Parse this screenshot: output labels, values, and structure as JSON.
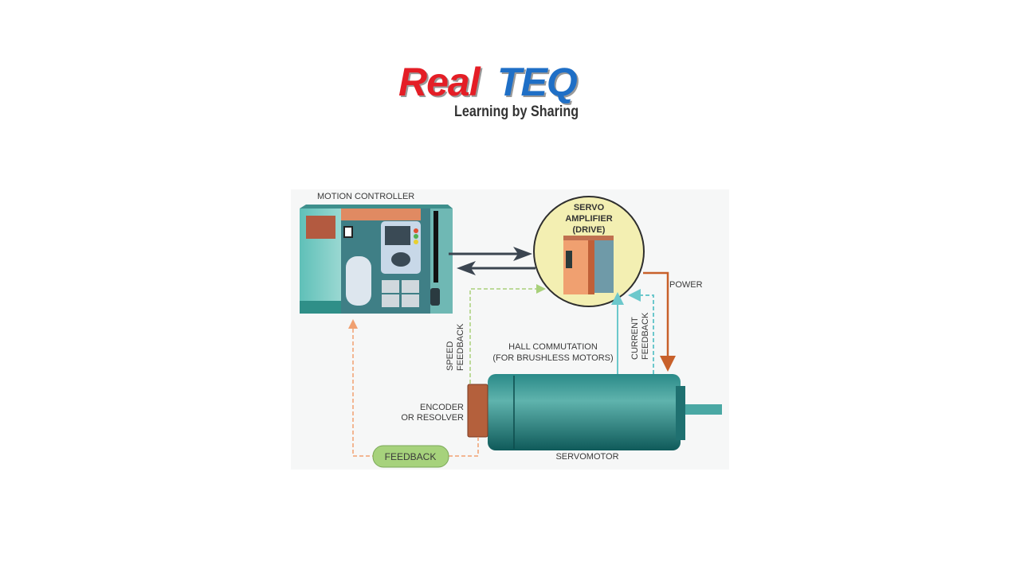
{
  "logo": {
    "part1": "Real",
    "part2": "TEQ",
    "tagline": "Learning by Sharing"
  },
  "diagram": {
    "motion_controller": "MOTION CONTROLLER",
    "servo_amplifier": [
      "SERVO",
      "AMPLIFIER",
      "(DRIVE)"
    ],
    "power": "POWER",
    "current_feedback": [
      "CURRENT",
      "FEEDBACK"
    ],
    "speed_feedback": [
      "SPEED",
      "FEEDBACK"
    ],
    "hall_commutation": [
      "HALL COMMUTATION",
      "(FOR BRUSHLESS MOTORS)"
    ],
    "encoder": [
      "ENCODER",
      "OR RESOLVER"
    ],
    "feedback": "FEEDBACK",
    "servomotor": "SERVOMOTOR"
  },
  "colors": {
    "power": "#c8602a",
    "current": "#6cc8cc",
    "speed": "#a8d07a",
    "feedback": "#f0a070",
    "pill": "#a6d27c",
    "circle": "#f3efb2"
  }
}
